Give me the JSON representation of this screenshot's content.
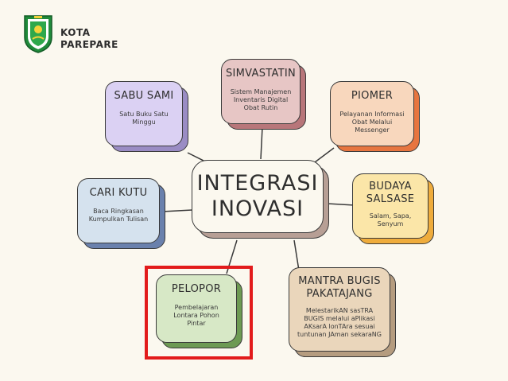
{
  "header": {
    "city_line1": "KOTA",
    "city_line2": "PAREPARE"
  },
  "center": {
    "line1": "INTEGRASI",
    "line2": "INOVASI"
  },
  "nodes": {
    "simvastatin": {
      "title": "SIMVASTATIN",
      "desc": "Sistem Manajemen Inventaris Digital Obat Rutin"
    },
    "sabu": {
      "title": "SABU SAMI",
      "desc": "Satu Buku Satu Minggu"
    },
    "piomer": {
      "title": "PIOMER",
      "desc": "Pelayanan Informasi Obat Melalui Messenger"
    },
    "cari": {
      "title": "CARI KUTU",
      "desc": "Baca Ringkasan Kumpulkan Tulisan"
    },
    "budaya": {
      "title": "BUDAYA SALSASE",
      "desc": "Salam, Sapa, Senyum"
    },
    "pelopor": {
      "title": "PELOPOR",
      "desc": "Pembelajaran Lontara Pohon Pintar"
    },
    "mantra": {
      "title": "MANTRA BUGIS PAKATAJANG",
      "desc": "MelestarikAN sasTRA BUGIS melalui aPlikasi AKsarA lonTAra sesuai tuntunan JAman sekaraNG"
    }
  },
  "colors": {
    "background": "#fbf8ef",
    "highlight": "#e21b1b",
    "line": "#3a3a3a"
  }
}
